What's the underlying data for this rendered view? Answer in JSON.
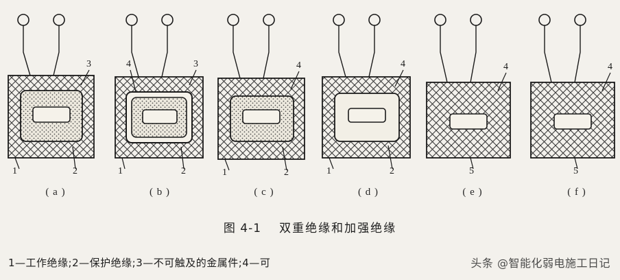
{
  "figure": {
    "title_num": "图 4-1",
    "title_text": "双重绝缘和加强绝缘",
    "legend": "1—工作绝缘;2—保护绝缘;3—不可触及的金属件;4—可",
    "watermark": "头条 @智能化弱电施工日记"
  },
  "panels": [
    {
      "id": "a",
      "caption": "( a )",
      "labels": [
        {
          "text": "3",
          "pos": "top-right"
        },
        {
          "text": "1",
          "pos": "bottom-left"
        },
        {
          "text": "2",
          "pos": "bottom-right"
        }
      ]
    },
    {
      "id": "b",
      "caption": "( b )",
      "labels": [
        {
          "text": "4",
          "pos": "top-left"
        },
        {
          "text": "3",
          "pos": "top-right"
        },
        {
          "text": "1",
          "pos": "bottom-left"
        },
        {
          "text": "2",
          "pos": "bottom-right"
        }
      ]
    },
    {
      "id": "c",
      "caption": "( c )",
      "labels": [
        {
          "text": "4",
          "pos": "top-right"
        },
        {
          "text": "1",
          "pos": "bottom-left"
        },
        {
          "text": "2",
          "pos": "bottom-right"
        }
      ]
    },
    {
      "id": "d",
      "caption": "( d )",
      "labels": [
        {
          "text": "4",
          "pos": "top-right"
        },
        {
          "text": "1",
          "pos": "bottom-left"
        },
        {
          "text": "2",
          "pos": "bottom-right"
        }
      ]
    },
    {
      "id": "e",
      "caption": "( e )",
      "labels": [
        {
          "text": "4",
          "pos": "top-right"
        },
        {
          "text": "5",
          "pos": "bottom-center"
        }
      ]
    },
    {
      "id": "f",
      "caption": "( f )",
      "labels": [
        {
          "text": "4",
          "pos": "top-right"
        },
        {
          "text": "5",
          "pos": "bottom-center"
        }
      ]
    }
  ],
  "colors": {
    "background": "#f3f1ec",
    "ink": "#1a1a1a",
    "hatch": "#3a3a3a",
    "dot_fill": "#e9e4d8"
  }
}
